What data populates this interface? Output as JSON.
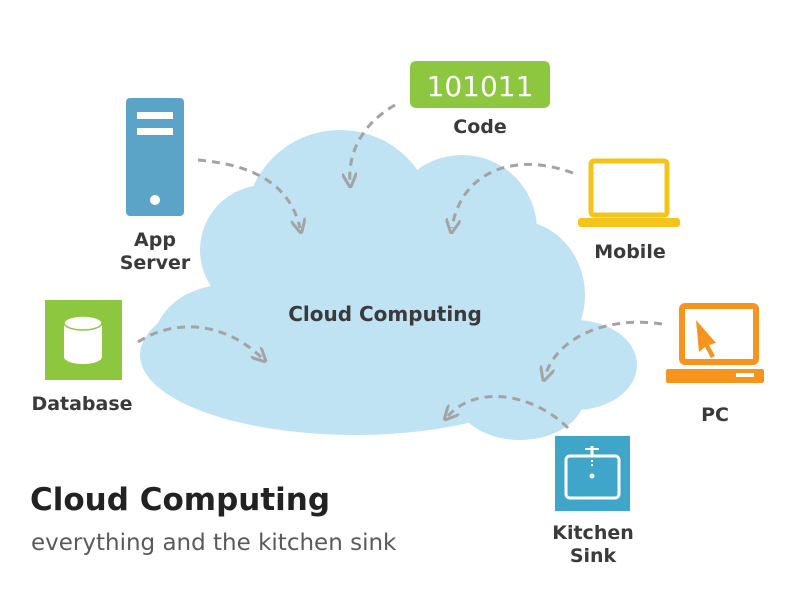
{
  "diagram": {
    "center_label": "Cloud Computing",
    "title": "Cloud Computing",
    "subtitle": "everything and the kitchen sink",
    "code_digits": "101011",
    "nodes": {
      "app_server": {
        "line1": "App",
        "line2": "Server",
        "icon": "server-icon",
        "color": "#5ba4c8"
      },
      "code": {
        "label": "Code",
        "icon": "binary-code-icon",
        "color": "#8dc63f"
      },
      "mobile": {
        "label": "Mobile",
        "icon": "laptop-icon",
        "color": "#f4c41a"
      },
      "database": {
        "label": "Database",
        "icon": "database-icon",
        "color": "#8dc63f"
      },
      "pc": {
        "label": "PC",
        "icon": "desktop-computer-icon",
        "color": "#f7941d"
      },
      "kitchen_sink": {
        "line1": "Kitchen",
        "line2": "Sink",
        "icon": "kitchen-sink-icon",
        "color": "#3fa6c9"
      }
    },
    "colors": {
      "cloud": "#bfe3f2",
      "arrows": "#a3a3a3"
    }
  }
}
